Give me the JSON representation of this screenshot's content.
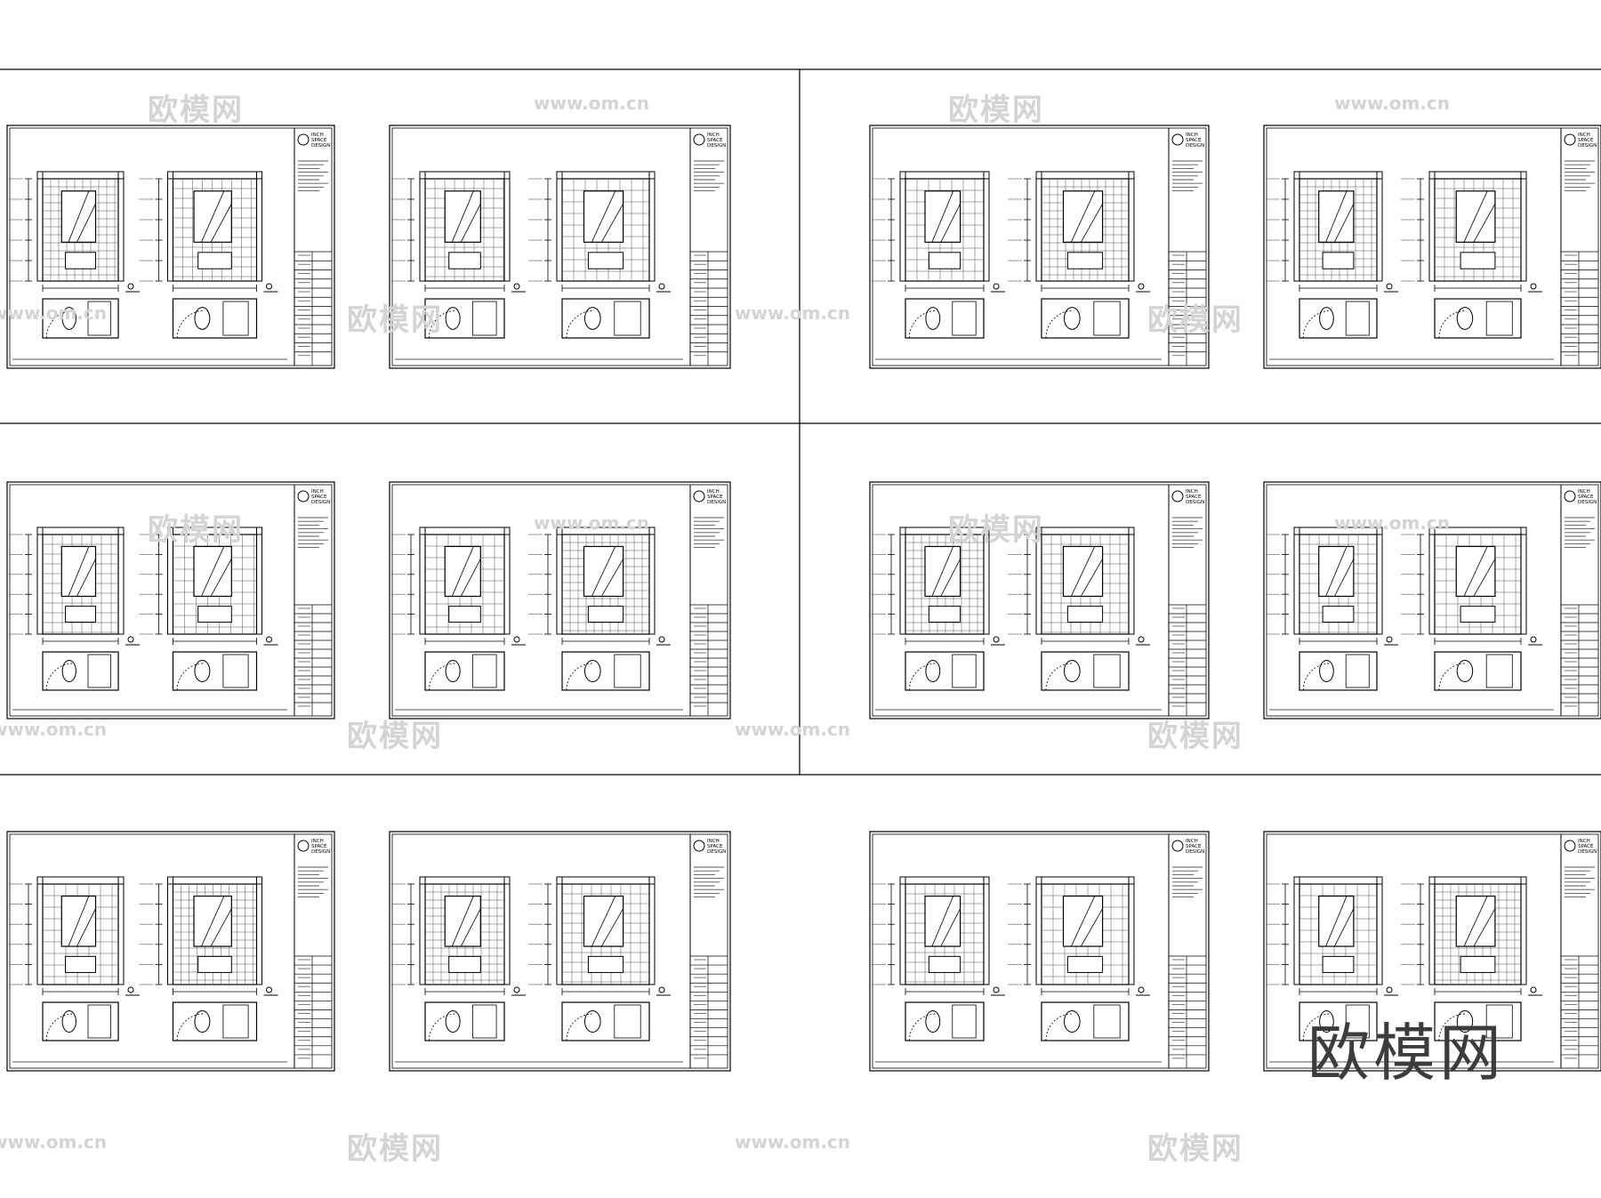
{
  "sheet_brand_lines": [
    "INCH",
    "SPACE",
    "DESIGN"
  ],
  "watermark": {
    "logo_text": "欧模网",
    "url_text": "www.om.cn"
  },
  "big_watermark": "欧模网",
  "colors": {
    "line": "#000000",
    "grid_line": "#555555",
    "watermark": "#d4d4d4",
    "big_watermark": "#3c3c3c",
    "background": "#ffffff"
  },
  "quadrants": [
    {
      "id": "top-left"
    },
    {
      "id": "top-right"
    },
    {
      "id": "middle-left"
    },
    {
      "id": "middle-right"
    },
    {
      "id": "bottom-left"
    },
    {
      "id": "bottom-right"
    }
  ]
}
